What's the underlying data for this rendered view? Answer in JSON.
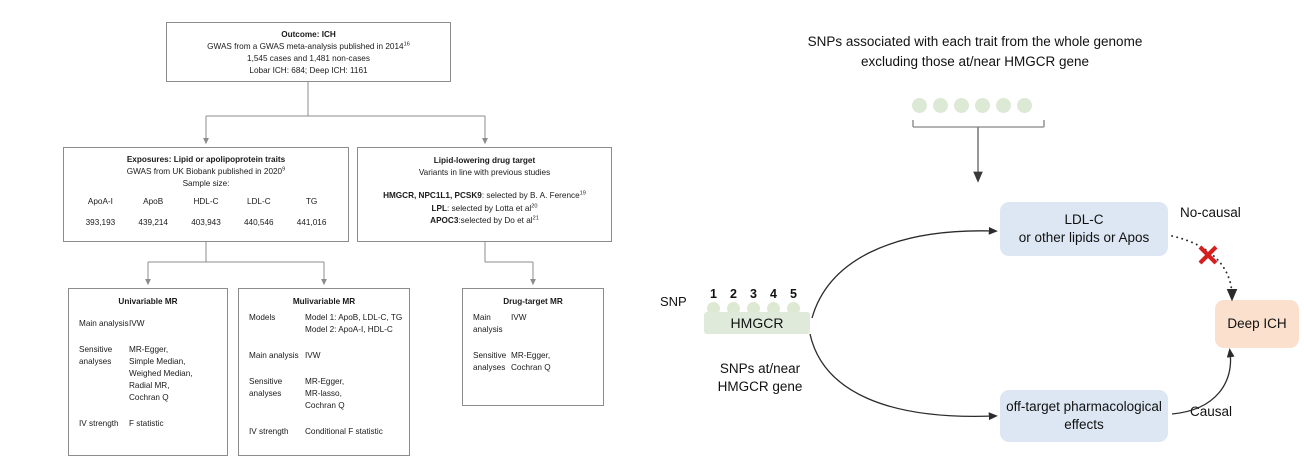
{
  "flowchart": {
    "outcome": {
      "title": "Outcome: ICH",
      "line1": "GWAS from a GWAS meta-analysis published in 2014",
      "line1_sup": "16",
      "line2": "1,545 cases and 1,481 non-cases",
      "line3": "Lobar ICH: 684; Deep ICH: 1161"
    },
    "exposures": {
      "title": "Exposures: Lipid or apolipoprotein traits",
      "line1": "GWAS from UK Biobank published in 2020",
      "line1_sup": "9",
      "line2": "Sample size:",
      "traits": [
        "ApoA-I",
        "ApoB",
        "HDL-C",
        "LDL-C",
        "TG"
      ],
      "sizes": [
        "393,193",
        "439,214",
        "403,943",
        "440,546",
        "441,016"
      ]
    },
    "drug_target": {
      "title": "Lipid-lowering  drug target",
      "subtitle": "Variants in line with previous studies",
      "rows": [
        {
          "genes": "HMGCR, NPC1L1, PCSK9",
          "rest": ": selected by B. A. Ference",
          "sup": "19"
        },
        {
          "genes": "LPL",
          "rest": ": selected by Lotta et al",
          "sup": "20"
        },
        {
          "genes": "APOC3",
          "rest": ":selected by Do et al",
          "sup": "21"
        }
      ]
    },
    "univariable": {
      "title": "Univariable MR",
      "rows": [
        {
          "key": "Main analysis",
          "value": "IVW"
        },
        {
          "key": "Sensitive",
          "value": "MR-Egger,"
        },
        {
          "key": "analyses",
          "value": "Simple Median,"
        },
        {
          "key": "",
          "value": "Weighed Median,"
        },
        {
          "key": "",
          "value": "Radial MR,"
        },
        {
          "key": "",
          "value": "Cochran Q"
        },
        {
          "key": "IV strength",
          "value": "F statistic"
        }
      ]
    },
    "multivariable": {
      "title": "Mulivariable MR",
      "rows": [
        {
          "key": "Models",
          "value": "Model 1: ApoB, LDL-C, TG"
        },
        {
          "key": "",
          "value": "Model 2: ApoA-I, HDL-C"
        },
        {
          "key": "Main analysis",
          "value": "IVW"
        },
        {
          "key": "Sensitive",
          "value": "MR-Egger,"
        },
        {
          "key": "analyses",
          "value": "MR-lasso,"
        },
        {
          "key": "",
          "value": "Cochran Q"
        },
        {
          "key": "IV strength",
          "value": "Conditional F statistic"
        }
      ]
    },
    "drug_target_mr": {
      "title": "Drug-target MR",
      "rows": [
        {
          "key": "Main",
          "value": "IVW"
        },
        {
          "key": "analysis",
          "value": ""
        },
        {
          "key": "Sensitive",
          "value": "MR-Egger,"
        },
        {
          "key": "analyses",
          "value": "Cochran Q"
        }
      ]
    }
  },
  "right_panel": {
    "header_line1": "SNPs associated with each trait from the whole genome",
    "header_line2": "excluding those at/near HMGCR gene",
    "genome_dot_count": 6,
    "snp_label": "SNP",
    "snp_numbers": [
      "1",
      "2",
      "3",
      "4",
      "5"
    ],
    "hmgcr_label": "HMGCR",
    "snp_caption_line1": "SNPs at/near",
    "snp_caption_line2": "HMGCR gene",
    "node_ldl_line1": "LDL-C",
    "node_ldl_line2": "or other lipids or Apos",
    "node_offtarget_line1": "off-target pharmacological",
    "node_offtarget_line2": "effects",
    "node_ich": "Deep ICH",
    "label_no_causal": "No-causal",
    "label_causal": "Causal",
    "cross_icon": "red-x-icon"
  },
  "colors": {
    "box_border": "#8c8c8c",
    "green_dot": "#dce9d5",
    "green_bar": "#dfeada",
    "blue_node": "#dce7f3",
    "peach_node": "#fbe0ce",
    "cross_red": "#d61f1f",
    "arrow": "#3a3a3a"
  }
}
